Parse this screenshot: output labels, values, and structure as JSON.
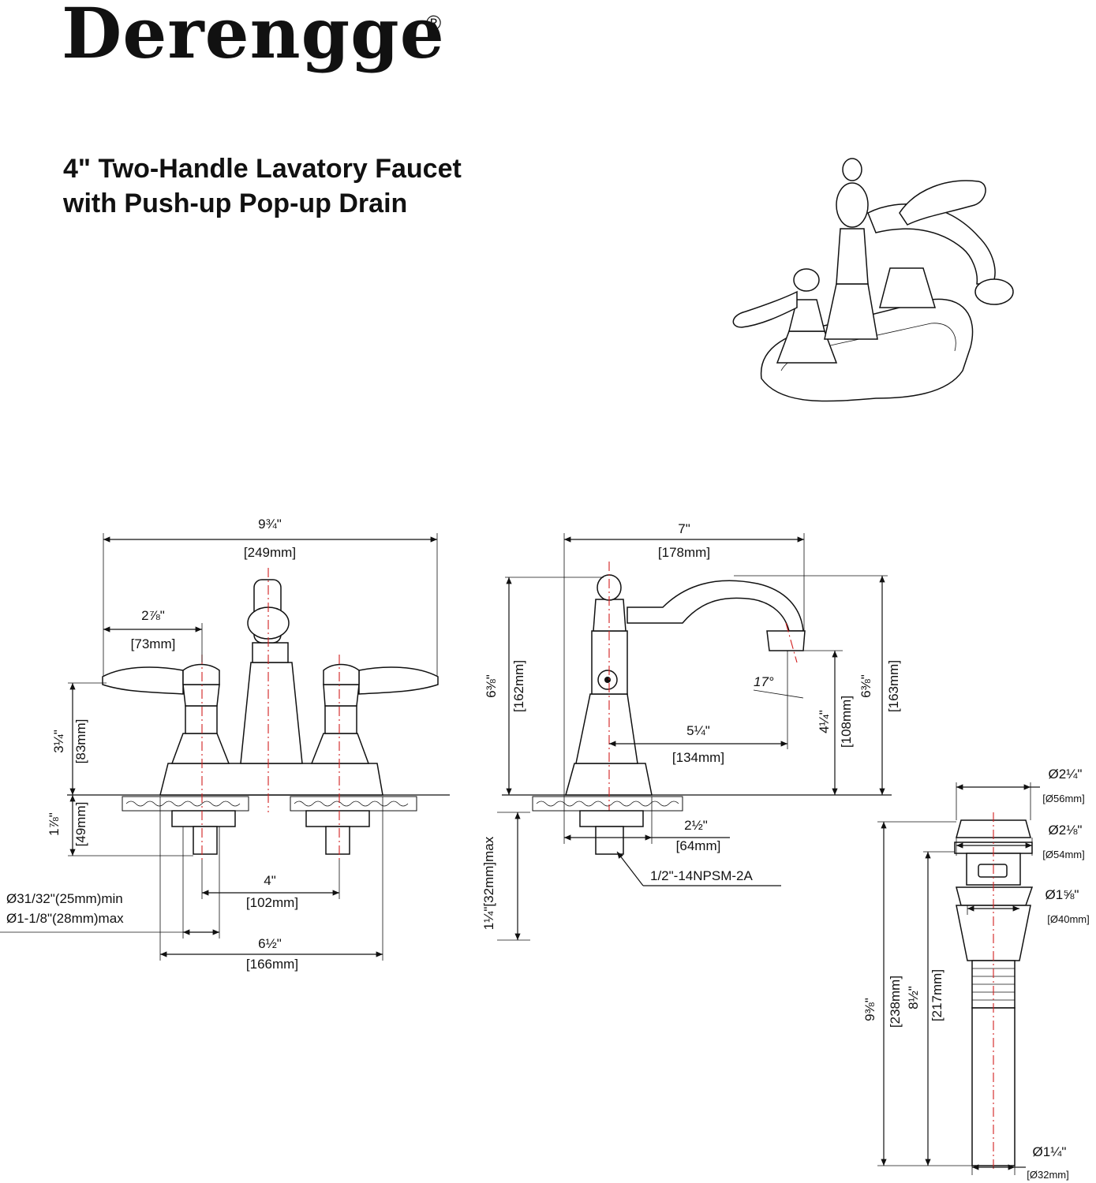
{
  "brand": {
    "name": "Derengge",
    "mark": "®"
  },
  "title": {
    "line1": "4\" Two-Handle Lavatory Faucet",
    "line2": "with Push-up Pop-up Drain"
  },
  "front_view": {
    "overall_width": {
      "inch": "9¾\"",
      "mm": "[249mm]"
    },
    "handle_offset": {
      "inch": "2⅞\"",
      "mm": "[73mm]"
    },
    "handle_height": {
      "inch": "3¼\"",
      "mm": "[83mm]"
    },
    "shank_length": {
      "inch": "1⅞\"",
      "mm": "[49mm]"
    },
    "center_spacing": {
      "inch": "4\"",
      "mm": "[102mm]"
    },
    "hole_min": "Ø31/32\"(25mm)min",
    "hole_max": "Ø1-1/8\"(28mm)max",
    "base_width": {
      "inch": "6½\"",
      "mm": "[166mm]"
    }
  },
  "side_view": {
    "spout_reach": {
      "inch": "7\"",
      "mm": "[178mm]"
    },
    "body_height": {
      "inch": "6⅜\"",
      "mm": "[162mm]"
    },
    "spout_height": {
      "inch": "6⅜\"",
      "mm": "[163mm]"
    },
    "angle": "17°",
    "outlet_reach": {
      "inch": "5¼\"",
      "mm": "[134mm]"
    },
    "outlet_height": {
      "inch": "4¼\"",
      "mm": "[108mm]"
    },
    "base_depth": {
      "inch": "2½\"",
      "mm": "[64mm]"
    },
    "thread": "1/2\"-14NPSM-2A",
    "deck_max": "1¼\"[32mm]max"
  },
  "drain": {
    "cap_dia": {
      "inch": "Ø2¼\"",
      "mm": "[Ø56mm]"
    },
    "flange_dia": {
      "inch": "Ø2⅛\"",
      "mm": "[Ø54mm]"
    },
    "body_dia": {
      "inch": "Ø1⅝\"",
      "mm": "[Ø40mm]"
    },
    "total_length": {
      "inch": "9⅜\"",
      "mm": "[238mm]"
    },
    "body_length": {
      "inch": "8½\"",
      "mm": "[217mm]"
    },
    "tail_dia": {
      "inch": "Ø1¼\"",
      "mm": "[Ø32mm]"
    }
  }
}
